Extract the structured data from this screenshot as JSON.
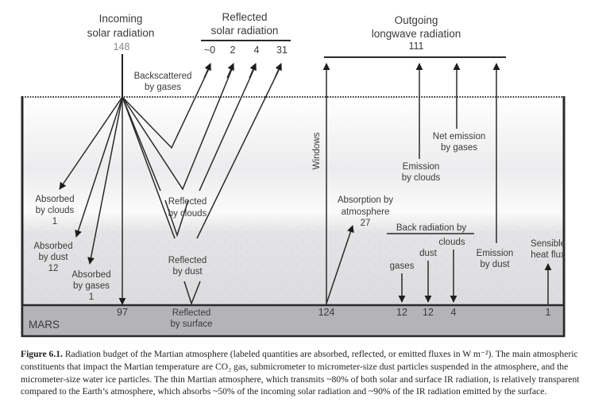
{
  "figure": {
    "incoming": {
      "line1": "Incoming",
      "line2": "solar radiation",
      "value": "148"
    },
    "reflected": {
      "line1": "Reflected",
      "line2": "solar radiation",
      "values": [
        "~0",
        "2",
        "4",
        "31"
      ]
    },
    "outgoing": {
      "line1": "Outgoing",
      "line2": "longwave radiation",
      "value": "111"
    },
    "backscattered": {
      "line1": "Backscattered",
      "line2": "by gases"
    },
    "absorbed_clouds": {
      "line1": "Absorbed",
      "line2": "by clouds",
      "value": "1"
    },
    "absorbed_dust": {
      "line1": "Absorbed",
      "line2": "by dust",
      "value": "12"
    },
    "absorbed_gases": {
      "line1": "Absorbed",
      "line2": "by gases",
      "value": "1"
    },
    "reflected_clouds": {
      "line1": "Reflected",
      "line2": "by clouds"
    },
    "reflected_dust": {
      "line1": "Reflected",
      "line2": "by dust"
    },
    "reflected_surface": {
      "line1": "Reflected",
      "line2": "by surface"
    },
    "surface_absorbed": "97",
    "surface_label": "MARS",
    "windows": "Windows",
    "emission_clouds": {
      "line1": "Emission",
      "line2": "by clouds"
    },
    "net_emission_gases": {
      "line1": "Net emission",
      "line2": "by gases"
    },
    "absorption_atmosphere": {
      "line1": "Absorption by",
      "line2": "atmosphere",
      "value": "27"
    },
    "back_radiation": {
      "title": "Back radiation by",
      "clouds": "clouds",
      "dust": "dust",
      "gases": "gases"
    },
    "emission_dust": {
      "line1": "Emission",
      "line2": "by dust"
    },
    "sensible_heat": {
      "line1": "Sensible",
      "line2": "heat flux"
    },
    "surface_values": {
      "emitted": "124",
      "gases": "12",
      "dust": "12",
      "clouds": "4",
      "sensible": "1"
    },
    "colors": {
      "surface": "#b4b4b8",
      "line": "#2a2a2a",
      "text": "#3a3a3a",
      "incoming_value": "#888888"
    }
  },
  "caption": {
    "label": "Figure 6.1.",
    "text": " Radiation budget of the Martian atmosphere (labeled quantities are absorbed, reflected, or emitted fluxes in W m⁻²). The main atmospheric constituents that impact the Martian temperature are CO₂ gas, submicrometer to micrometer-size dust particles suspended in the atmosphere, and the micrometer-size water ice particles. The thin Martian atmosphere, which transmits ~80% of both solar and surface IR radiation, is relatively transparent compared to the Earth’s atmosphere, which absorbs ~50% of the incoming solar radiation and ~90% of the IR radiation emitted by the surface."
  }
}
